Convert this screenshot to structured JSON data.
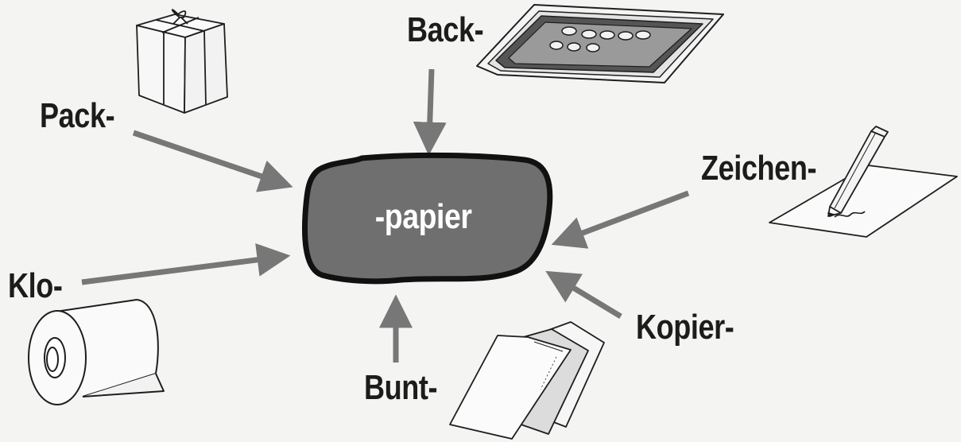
{
  "center": {
    "label": "-papier"
  },
  "prefixes": {
    "back": "Back-",
    "pack": "Pack-",
    "zeichen": "Zeichen-",
    "klo": "Klo-",
    "kopier": "Kopier-",
    "bunt": "Bunt-"
  },
  "colors": {
    "background": "#f4f4f2",
    "center_fill": "#6f6f6f",
    "center_outline": "#111111",
    "arrow": "#777777",
    "text": "#1c1c1c",
    "center_text": "#ffffff"
  },
  "illustrations": [
    "gift-box-icon",
    "baking-tray-icon",
    "pencil-drawing-icon",
    "toilet-roll-icon",
    "paper-sheets-icon"
  ]
}
